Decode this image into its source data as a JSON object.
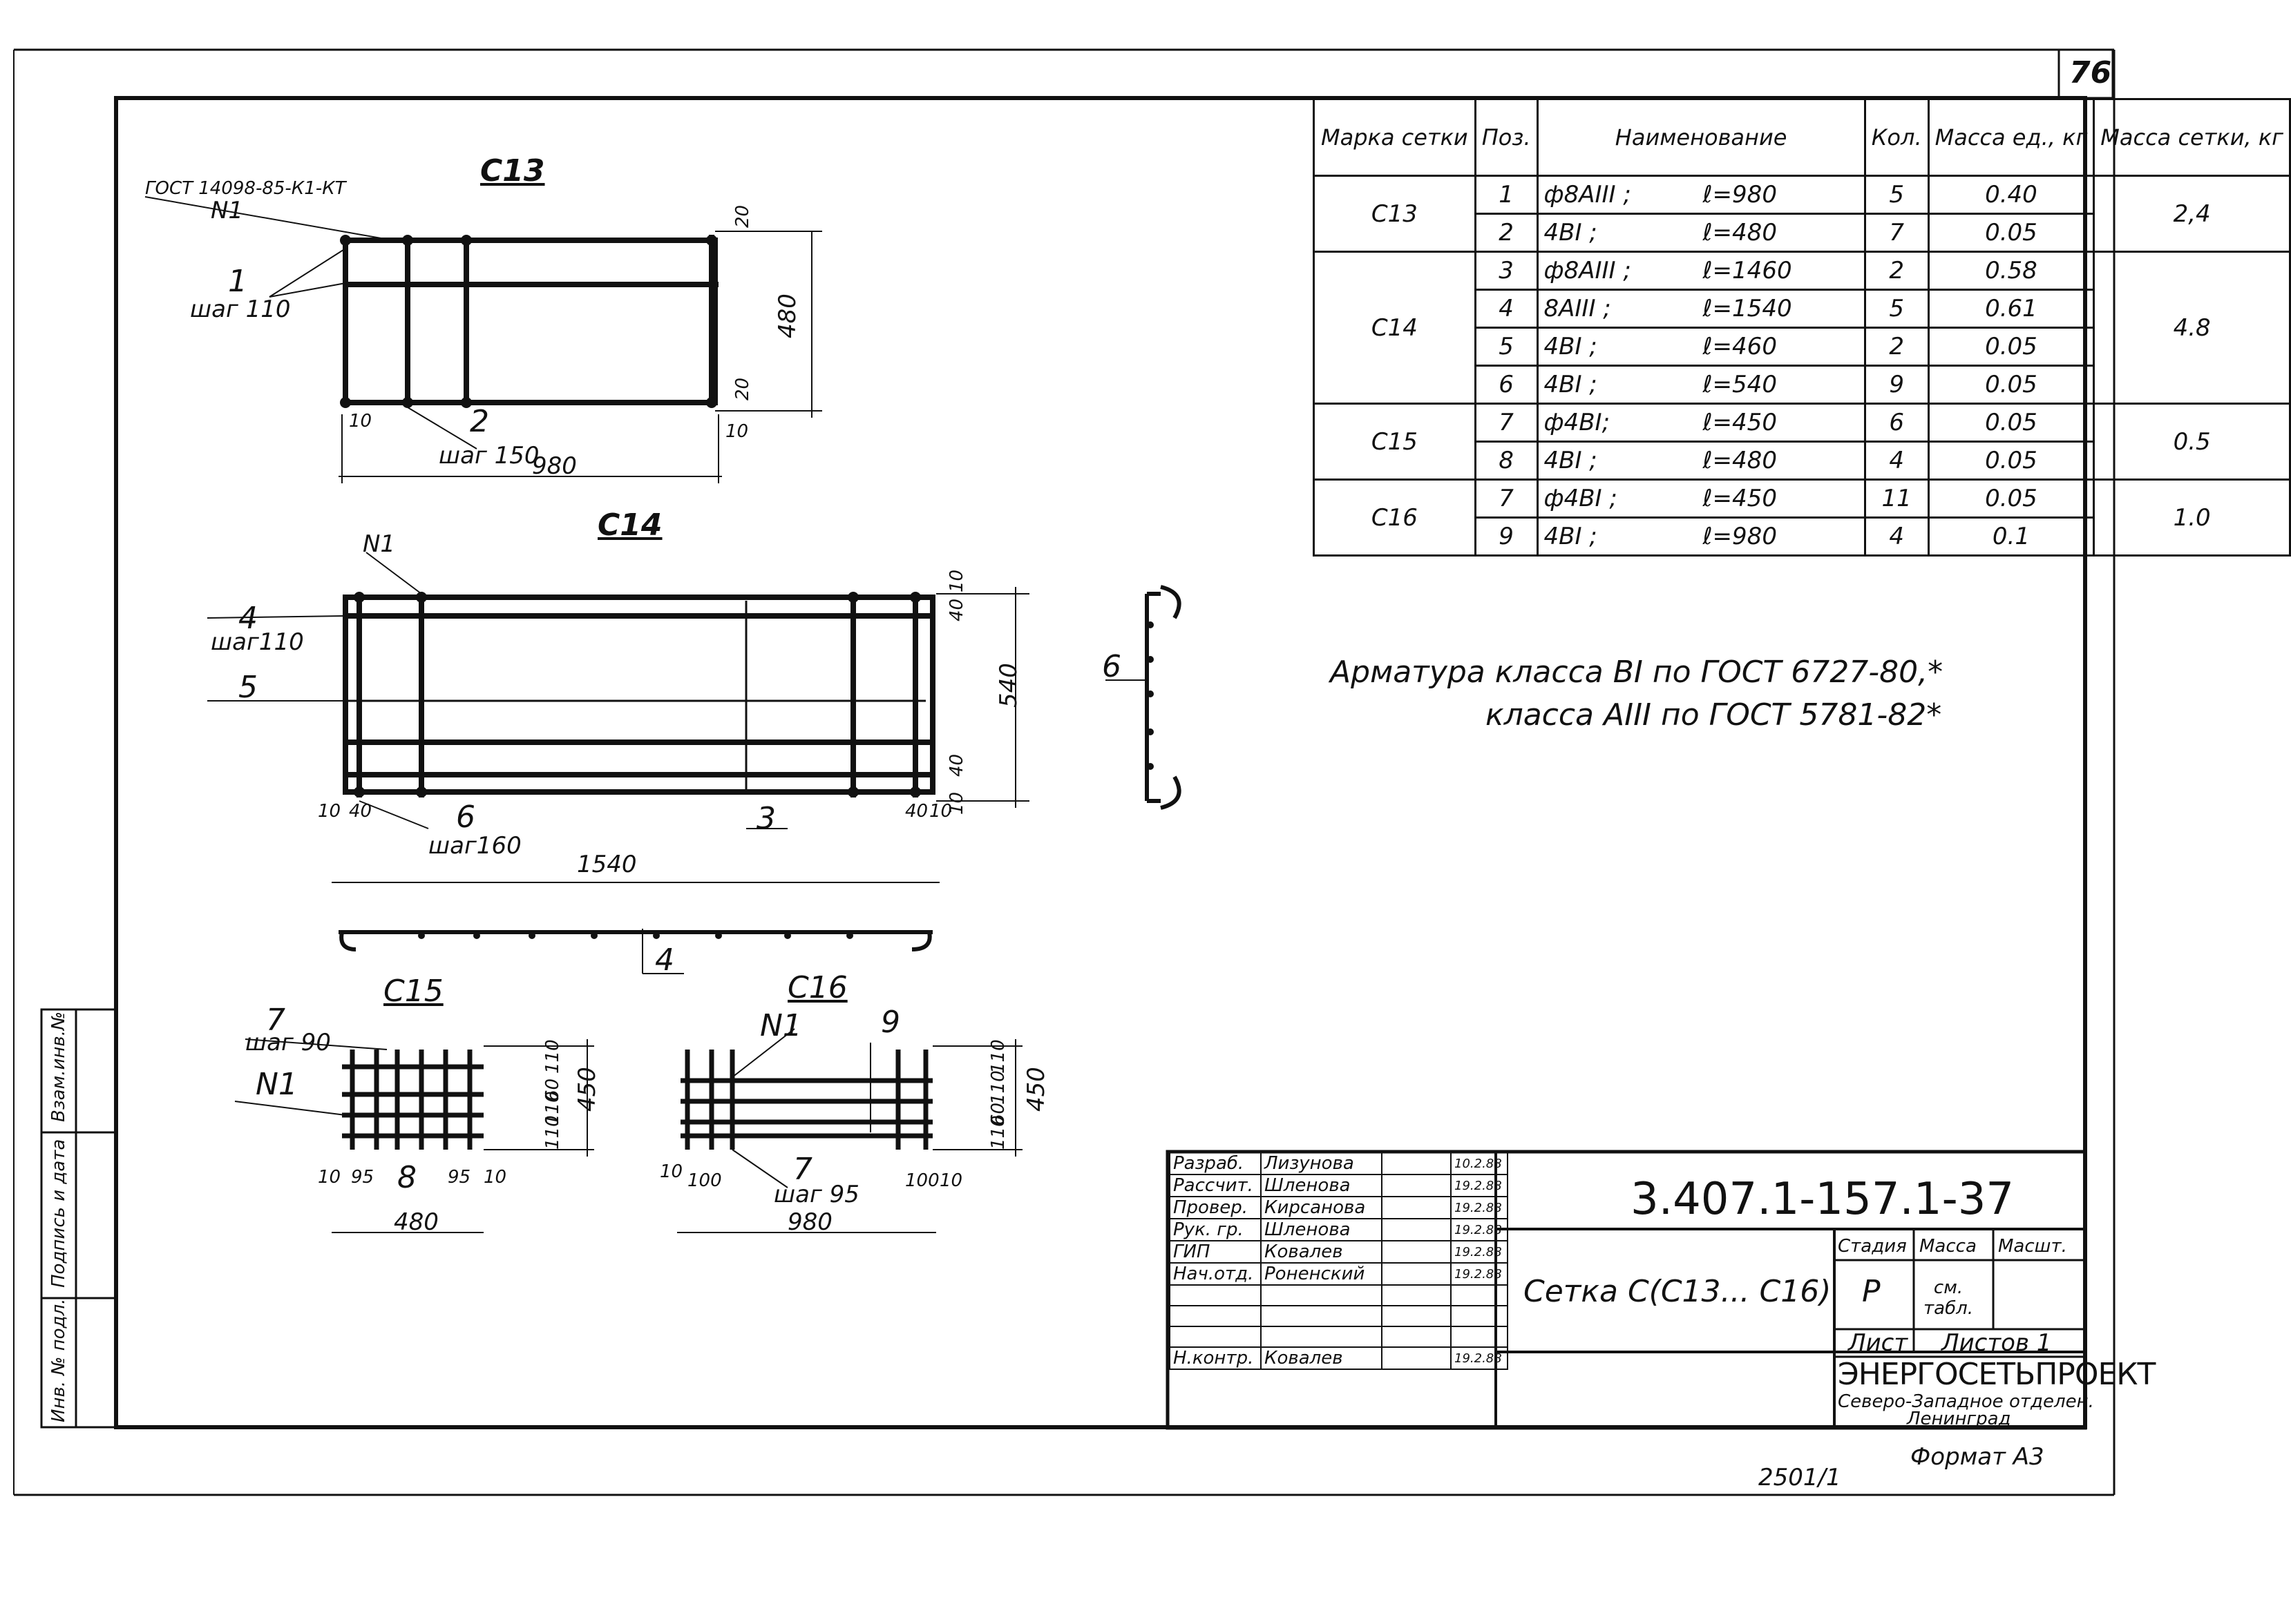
{
  "sheet": {
    "sheet_number": "76",
    "format_label": "Формат А3",
    "inventory_code": "2501/1"
  },
  "drawing_code": "3.407.1-157.1-37",
  "title": "Сетка С(С13... С16)",
  "org": {
    "name": "ЭНЕРГОСЕТЬПРОЕКТ",
    "branch": "Северо-Западное отделен.",
    "city": "Ленинград"
  },
  "stage": {
    "stage_label": "Стадия",
    "mass_label": "Масса",
    "scale_label": "Масшт.",
    "stage_value": "Р",
    "mass_value": "см. табл.",
    "sheet_label": "Лист",
    "sheets_label": "Листов 1"
  },
  "signatures": [
    {
      "role": "Разраб.",
      "name": "Лизунова",
      "date": "10.2.88"
    },
    {
      "role": "Рассчит.",
      "name": "Шленова",
      "date": "19.2.88"
    },
    {
      "role": "Провер.",
      "name": "Кирсанова",
      "date": "19.2.88"
    },
    {
      "role": "Рук. гр.",
      "name": "Шленова",
      "date": "19.2.88"
    },
    {
      "role": "ГИП",
      "name": "Ковалев",
      "date": "19.2.88"
    },
    {
      "role": "Нач.отд.",
      "name": "Роненский",
      "date": "19.2.88"
    },
    {
      "role": "",
      "name": "",
      "date": ""
    },
    {
      "role": "",
      "name": "",
      "date": ""
    },
    {
      "role": "",
      "name": "",
      "date": ""
    },
    {
      "role": "Н.контр.",
      "name": "Ковалев",
      "date": "19.2.88"
    }
  ],
  "side_stamp": [
    "Взам.инв.№",
    "Подпись и дата",
    "Инв. № подл."
  ],
  "spec_table": {
    "headers": [
      "Марка сетки",
      "Поз.",
      "Наименование",
      "Кол.",
      "Масса ед., кг",
      "Масса сетки, кг"
    ],
    "groups": [
      {
        "mark": "С13",
        "mass": "2,4",
        "rows": [
          {
            "pos": "1",
            "name": "ф8АIII ;",
            "len": "ℓ=980",
            "qty": "5",
            "unit_mass": "0.40"
          },
          {
            "pos": "2",
            "name": "4ВI ;",
            "len": "ℓ=480",
            "qty": "7",
            "unit_mass": "0.05"
          }
        ]
      },
      {
        "mark": "С14",
        "mass": "4.8",
        "rows": [
          {
            "pos": "3",
            "name": "ф8АIII ;",
            "len": "ℓ=1460",
            "qty": "2",
            "unit_mass": "0.58"
          },
          {
            "pos": "4",
            "name": "8АIII ;",
            "len": "ℓ=1540",
            "qty": "5",
            "unit_mass": "0.61"
          },
          {
            "pos": "5",
            "name": "4ВI ;",
            "len": "ℓ=460",
            "qty": "2",
            "unit_mass": "0.05"
          },
          {
            "pos": "6",
            "name": "4ВI ;",
            "len": "ℓ=540",
            "qty": "9",
            "unit_mass": "0.05"
          }
        ]
      },
      {
        "mark": "С15",
        "mass": "0.5",
        "rows": [
          {
            "pos": "7",
            "name": "ф4ВI;",
            "len": "ℓ=450",
            "qty": "6",
            "unit_mass": "0.05"
          },
          {
            "pos": "8",
            "name": "4ВI ;",
            "len": "ℓ=480",
            "qty": "4",
            "unit_mass": "0.05"
          }
        ]
      },
      {
        "mark": "С16",
        "mass": "1.0",
        "rows": [
          {
            "pos": "7",
            "name": "ф4ВI ;",
            "len": "ℓ=450",
            "qty": "11",
            "unit_mass": "0.05"
          },
          {
            "pos": "9",
            "name": "4ВI ;",
            "len": "ℓ=980",
            "qty": "4",
            "unit_mass": "0.1"
          }
        ]
      }
    ]
  },
  "note": {
    "line1": "Арматура класса ВI по ГОСТ 6727-80,*",
    "line2": "класса АIII по ГОСТ 5781-82*"
  },
  "c13": {
    "label": "С13",
    "gost": "ГОСТ 14098-85-К1-КТ",
    "n1": "N1",
    "pos1": "1",
    "pos1_step": "шаг 110",
    "pos2": "2",
    "pos2_step": "шаг 150",
    "len": "980",
    "height": "480",
    "d20a": "20",
    "d20b": "20",
    "d10a": "10",
    "d10b": "10"
  },
  "c14": {
    "label": "С14",
    "n1": "N1",
    "pos4": "4",
    "pos4_step": "шаг110",
    "pos5": "5",
    "pos6": "6",
    "pos6_step": "шаг160",
    "pos3": "3",
    "len": "1540",
    "height": "540",
    "d10a": "10",
    "d40a": "40",
    "d40b": "40",
    "d10b": "10",
    "d40c": "40",
    "d10c": "10",
    "d40d": "40",
    "d10d": "10",
    "side_pos": "6",
    "bottom_pos": "4"
  },
  "c15": {
    "label": "С15",
    "pos7": "7",
    "pos7_step": "шаг 90",
    "n1": "N1",
    "pos8": "8",
    "len": "480",
    "height": "450",
    "d10a": "10",
    "d95a": "95",
    "d95b": "95",
    "d10b": "10",
    "v1": "110",
    "v2": "60",
    "v3": "110",
    "v4": "110",
    "v5": "60",
    "v6": "110"
  },
  "c16": {
    "label": "С16",
    "n1": "N1",
    "pos9": "9",
    "pos7": "7",
    "pos7_step": "шаг 95",
    "len": "980",
    "height": "450",
    "d10a": "10",
    "d100a": "100",
    "d100b": "100",
    "d10b": "10",
    "v1": "110",
    "v2": "110",
    "v3": "60",
    "v4": "110",
    "v5": "110",
    "v6": "110"
  }
}
